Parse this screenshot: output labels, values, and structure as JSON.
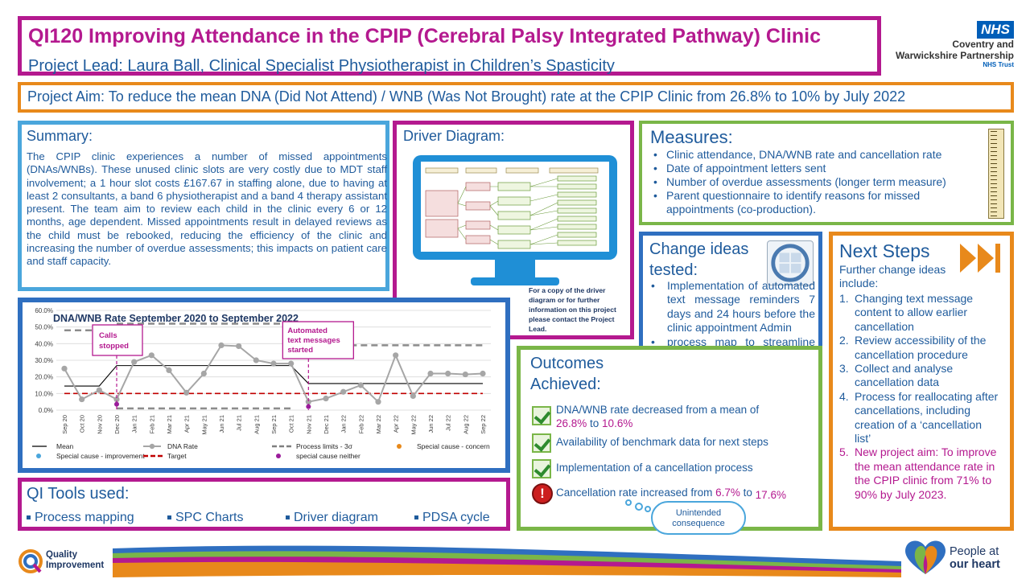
{
  "header": {
    "title": "QI120 Improving Attendance in the CPIP (Cerebral Palsy Integrated Pathway) Clinic",
    "lead": "Project Lead: Laura Ball, Clinical Specialist Physiotherapist in Children’s Spasticity"
  },
  "nhs_logo": {
    "badge": "NHS",
    "line1": "Coventry and",
    "line2": "Warwickshire Partnership",
    "line3": "NHS Trust"
  },
  "aim": "Project Aim: To reduce the mean DNA (Did Not Attend) / WNB (Was Not Brought) rate at the CPIP Clinic from 26.8% to 10% by July 2022",
  "summary": {
    "title": "Summary:",
    "text": "The CPIP clinic experiences a number of missed appointments (DNAs/WNBs). These unused clinic slots are very costly due to MDT staff involvement; a 1 hour slot costs £167.67 in staffing alone, due to having at least 2 consultants, a band 6 physiotherapist and a band 4 therapy assistant present. The team aim to review each child in the clinic every 6 or 12 months, age dependent. Missed appointments result in delayed reviews as the child must be rebooked, reducing the efficiency of the clinic and increasing the number of overdue assessments; this impacts on patient care and staff capacity."
  },
  "driver": {
    "title": "Driver Diagram:",
    "note": "For a copy of the driver diagram or for further information on this project please contact the Project Lead."
  },
  "measures": {
    "title": "Measures:",
    "items": [
      "Clinic attendance, DNA/WNB rate and cancellation rate",
      "Date of appointment letters sent",
      "Number of overdue assessments (longer term measure)",
      "Parent questionnaire to identify reasons for missed appointments (co-production)."
    ]
  },
  "change": {
    "title": "Change ideas tested:",
    "items": [
      "Implementation of automated text message reminders 7 days and 24 hours before the clinic appointment Admin",
      "process map to streamline letter sending."
    ]
  },
  "next_steps": {
    "title": "Next Steps",
    "intro": "Further change ideas include:",
    "items": [
      {
        "num": "1.",
        "text": "Changing text message content to allow earlier cancellation",
        "highlight": false
      },
      {
        "num": "2.",
        "text": "Review accessibility of the cancellation procedure",
        "highlight": false
      },
      {
        "num": "3.",
        "text": "Collect and analyse cancellation data",
        "highlight": false
      },
      {
        "num": "4.",
        "text": "Process for reallocating after cancellations, including creation of a ‘cancellation list’",
        "highlight": false
      },
      {
        "num": "5.",
        "text": "New project aim: To improve the mean attendance rate in the CPIP clinic from 71% to 90% by July 2023.",
        "highlight": true
      }
    ]
  },
  "chart_data": {
    "type": "line",
    "title": "DNA/WNB Rate September 2020 to September 2022",
    "categories": [
      "Sep 20",
      "Oct 20",
      "Nov 20",
      "Dec 20",
      "Jan 21",
      "Feb 21",
      "Mar 21",
      "Apr 21",
      "May 21",
      "Jun 21",
      "Jul 21",
      "Aug 21",
      "Sep 21",
      "Oct 21",
      "Nov 21",
      "Dec 21",
      "Jan 22",
      "Feb 22",
      "Mar 22",
      "Apr 22",
      "May 22",
      "Jun 22",
      "Jul 22",
      "Aug 22",
      "Sep 22"
    ],
    "series": [
      {
        "name": "DNA Rate",
        "values": [
          25,
          6.5,
          12,
          6.5,
          29,
          33,
          24,
          10.5,
          22,
          39,
          38.5,
          30,
          28,
          28,
          5,
          7,
          11,
          15,
          5,
          33,
          8.5,
          22,
          22,
          21.5,
          22
        ]
      },
      {
        "name": "Mean",
        "values": [
          14.5,
          14.5,
          14.5,
          26.8,
          26.8,
          26.8,
          26.8,
          26.8,
          26.8,
          26.8,
          26.8,
          26.8,
          26.8,
          26.8,
          16,
          16,
          16,
          16,
          16,
          16,
          16,
          16,
          16,
          16,
          16
        ]
      },
      {
        "name": "Process limits - 3σ",
        "values": [
          48,
          48,
          48,
          1,
          1,
          1,
          1,
          1,
          1,
          1,
          1,
          1,
          1,
          1,
          39,
          39,
          39,
          39,
          39,
          39,
          39,
          39,
          39,
          39,
          39
        ]
      },
      {
        "name": "Target",
        "values": [
          10,
          10,
          10,
          10,
          10,
          10,
          10,
          10,
          10,
          10,
          10,
          10,
          10,
          10,
          10,
          10,
          10,
          10,
          10,
          10,
          10,
          10,
          10,
          10,
          10
        ]
      }
    ],
    "upper_limit_start": 52,
    "ylim": [
      0,
      60
    ],
    "yticks": [
      "0.0%",
      "10.0%",
      "20.0%",
      "30.0%",
      "40.0%",
      "50.0%",
      "60.0%"
    ],
    "legend": [
      {
        "label": "Mean",
        "style": "solid",
        "color": "#000000"
      },
      {
        "label": "DNA Rate",
        "style": "line-dot",
        "color": "#a6a6a6"
      },
      {
        "label": "Process limits - 3σ",
        "style": "dashed",
        "color": "#7f7f7f"
      },
      {
        "label": "Special cause - concern",
        "style": "dot",
        "color": "#e8891b"
      },
      {
        "label": "Special cause - improvement",
        "style": "dot",
        "color": "#4aa6dc"
      },
      {
        "label": "Target",
        "style": "dashed",
        "color": "#c00000"
      },
      {
        "label": "special cause neither",
        "style": "dot",
        "color": "#9b1c9b"
      }
    ],
    "annotations": [
      {
        "text": "Calls stopped",
        "category": "Dec 20"
      },
      {
        "text": "Automated text messages started",
        "category": "Nov 21"
      }
    ],
    "legend_position": "bottom",
    "grid": true
  },
  "tools": {
    "title": "QI Tools used:",
    "items": [
      "Process mapping",
      "SPC Charts",
      "Driver diagram",
      "PDSA cycle"
    ]
  },
  "outcomes": {
    "title": "Outcomes Achieved:",
    "o1_text": "DNA/WNB rate decreased from a mean of",
    "o1_from": "26.8%",
    "o1_mid": " to ",
    "o1_to": "10.6%",
    "o2": "Availability of benchmark data for next steps",
    "o3": "Implementation of a cancellation process",
    "o4_text": "Cancellation rate increased from ",
    "o4_from": "6.7%",
    "o4_mid": " to",
    "o4_to": "17.6%",
    "warn_symbol": "!",
    "cloud": "Unintended consequence"
  },
  "footer": {
    "qi_line1": "Quality",
    "qi_line2": "Improvement",
    "pah_line1": "People at",
    "pah_line2": "our heart"
  },
  "colors": {
    "magenta": "#b4198f",
    "orange": "#e8891b",
    "blue": "#2f6fc0",
    "green": "#7ab648",
    "text": "#1f5b9c"
  }
}
